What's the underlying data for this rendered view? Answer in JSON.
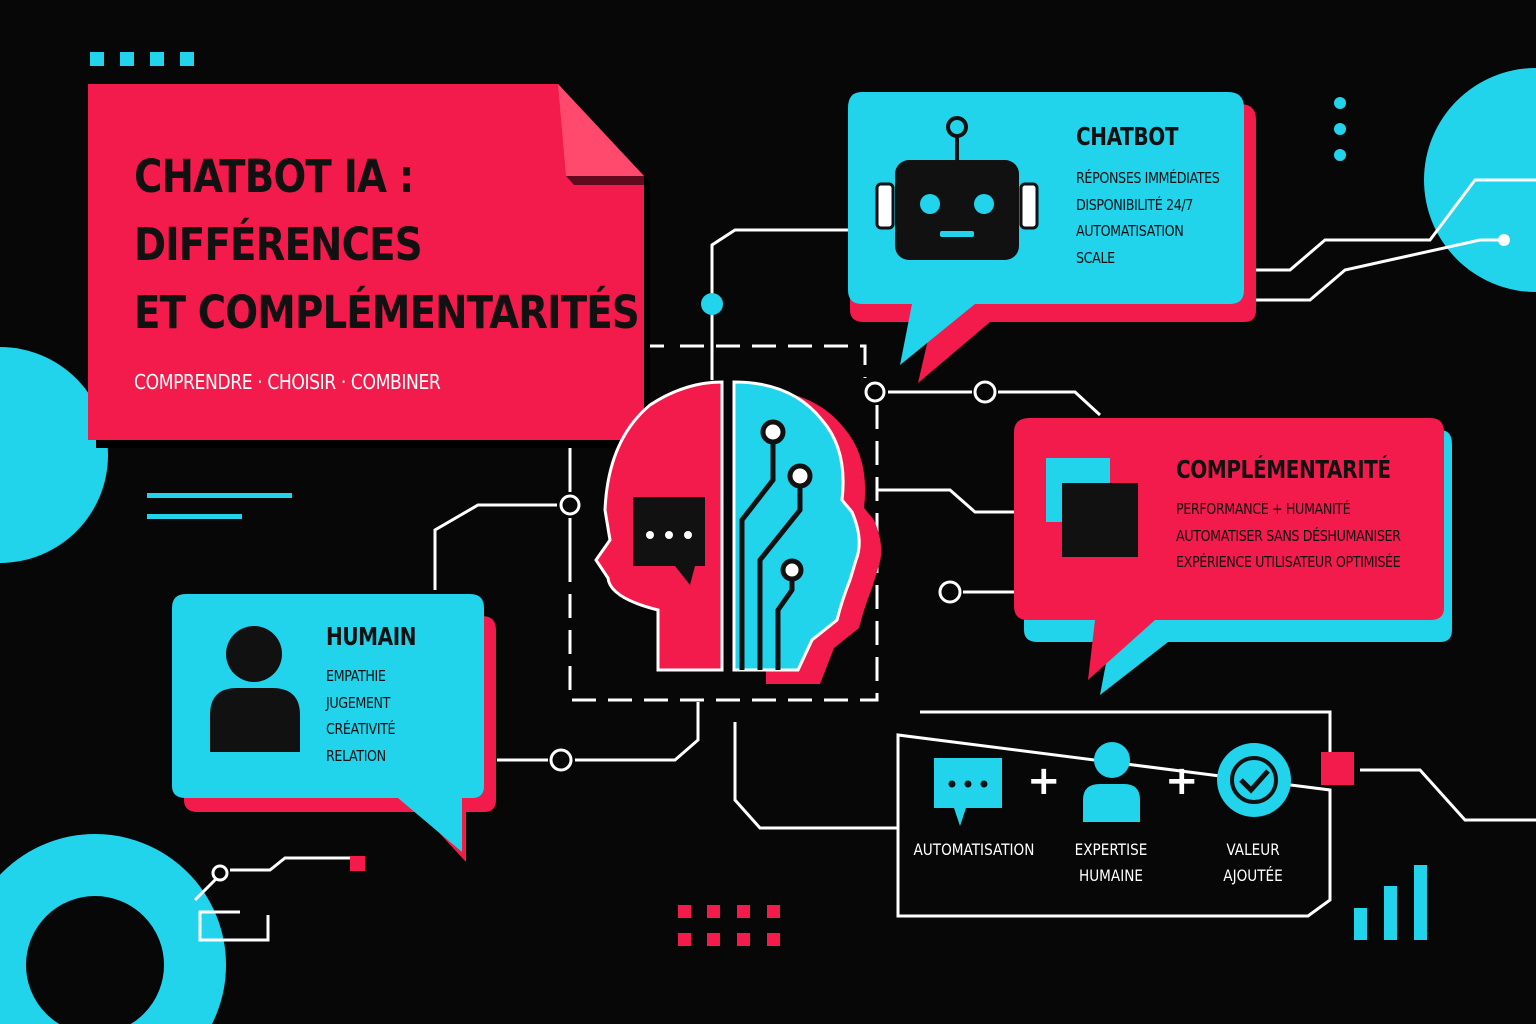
{
  "header": {
    "title_line1": "CHATBOT IA :",
    "title_line2": "DIFFÉRENCES",
    "title_line3": "ET COMPLÉMENTARITÉS",
    "subtitle": "COMPRENDRE · CHOISIR · COMBINER"
  },
  "chatbot": {
    "title": "CHATBOT",
    "items": [
      "RÉPONSES IMMÉDIATES",
      "DISPONIBILITÉ 24/7",
      "AUTOMATISATION",
      "SCALE"
    ]
  },
  "complementarite": {
    "title": "COMPLÉMENTARITÉ",
    "items": [
      "PERFORMANCE + HUMANITÉ",
      "AUTOMATISER SANS DÉSHUMANISER",
      "EXPÉRIENCE UTILISATEUR OPTIMISÉE"
    ]
  },
  "humain": {
    "title": "HUMAIN",
    "items": [
      "EMPATHIE",
      "JUGEMENT",
      "CRÉATIVITÉ",
      "RELATION"
    ]
  },
  "equation": {
    "plus": "+",
    "labels": [
      {
        "line1": "AUTOMATISATION",
        "line2": ""
      },
      {
        "line1": "EXPERTISE",
        "line2": "HUMAINE"
      },
      {
        "line1": "VALEUR",
        "line2": "AJOUTÉE"
      }
    ]
  },
  "icons": [
    "robot-icon",
    "person-icon",
    "chat-bubble-icon",
    "check-icon",
    "head-ai-icon",
    "overlap-squares-icon",
    "bar-chart-icon"
  ],
  "colors": {
    "red": "#f21b4b",
    "cyan": "#22d3ec",
    "background": "#070707",
    "line": "#ffffff"
  }
}
